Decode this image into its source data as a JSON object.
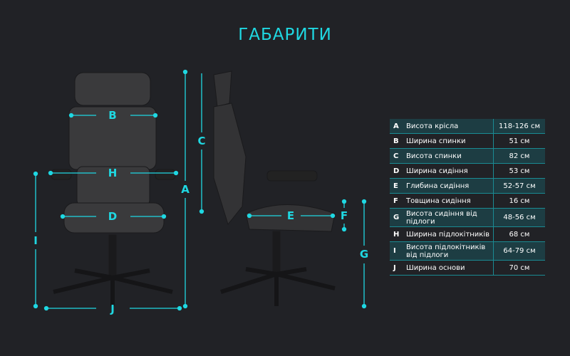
{
  "title": "ГАБАРИТИ",
  "colors": {
    "accent": "#1fd8e2",
    "background": "#212226",
    "row_alt": "#1d3d43"
  },
  "labels": {
    "A": "A",
    "B": "B",
    "C": "C",
    "D": "D",
    "E": "E",
    "F": "F",
    "G": "G",
    "H": "H",
    "I": "I",
    "J": "J"
  },
  "rows": [
    {
      "key": "A",
      "name": "Висота крісла",
      "value": "118-126 см"
    },
    {
      "key": "B",
      "name": "Ширина спинки",
      "value": "51 см"
    },
    {
      "key": "C",
      "name": "Висота спинки",
      "value": "82 см"
    },
    {
      "key": "D",
      "name": "Ширина сидіння",
      "value": "53 см"
    },
    {
      "key": "E",
      "name": "Глибина сидіння",
      "value": "52-57 см"
    },
    {
      "key": "F",
      "name": "Товщина сидіння",
      "value": "16 см"
    },
    {
      "key": "G",
      "name": "Висота сидіння від підлоги",
      "value": "48-56 см"
    },
    {
      "key": "H",
      "name": "Ширина підлокітників",
      "value": "68 см"
    },
    {
      "key": "I",
      "name": "Висота підлокітників від підлоги",
      "value": "64-79 см"
    },
    {
      "key": "J",
      "name": "Ширина основи",
      "value": "70 см"
    }
  ]
}
